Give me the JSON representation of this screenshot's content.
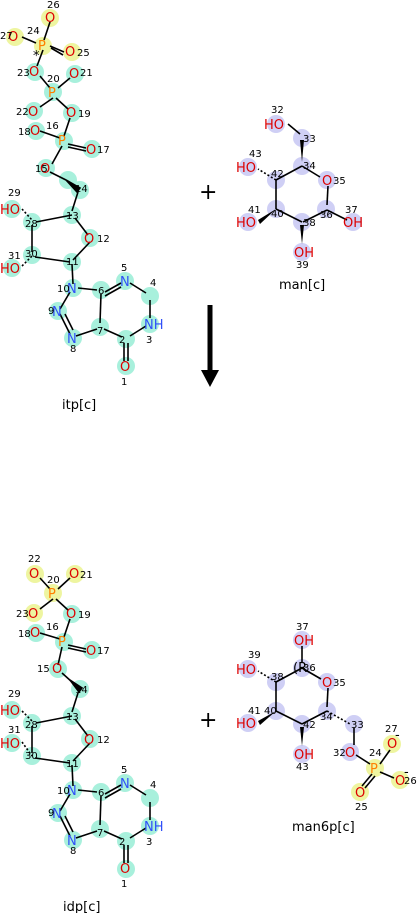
{
  "colors": {
    "bond": "#000000",
    "oxygen": "#dd0000",
    "nitrogen": "#3050f8",
    "phosphorus": "#ff8000",
    "teal_highlight": "#a8f0dc",
    "lavender_highlight": "#cfcff5",
    "yellow_highlight": "#eef5a0"
  },
  "captions": {
    "itp": "itp[c]",
    "man": "man[c]",
    "idp": "idp[c]",
    "man6p": "man6p[c]"
  },
  "plus_sign": "+",
  "icons": {
    "reaction_arrow": "down-arrow-icon"
  },
  "labels": {
    "O": "O",
    "OH": "OH",
    "HO": "HO",
    "H": "H",
    "N": "N",
    "NH": "NH",
    "P": "P",
    "O_minus": "O-",
    "minus": "-",
    "star": "*",
    "R": "(R"
  },
  "numbers": {
    "n1": "1",
    "n2": "2",
    "n3": "3",
    "n4": "4",
    "n5": "5",
    "n6": "6",
    "n7": "7",
    "n8": "8",
    "n9": "9",
    "n10": "10",
    "n11": "11",
    "n12": "12",
    "n13": "13",
    "n14": "14",
    "n15": "15",
    "n16": "16",
    "n17": "17",
    "n18": "18",
    "n19": "19",
    "n20": "20",
    "n21": "21",
    "n22": "22",
    "n23": "23",
    "n24": "24",
    "n25": "25",
    "n26": "26",
    "n27": "27",
    "n28": "28",
    "n29": "29",
    "n30": "30",
    "n31": "31",
    "n32": "32",
    "n33": "33",
    "n34": "34",
    "n35": "35",
    "n36": "36",
    "n37": "37",
    "n38": "38",
    "n39": "39",
    "n40": "40",
    "n41": "41",
    "n42": "42",
    "n43": "43"
  }
}
